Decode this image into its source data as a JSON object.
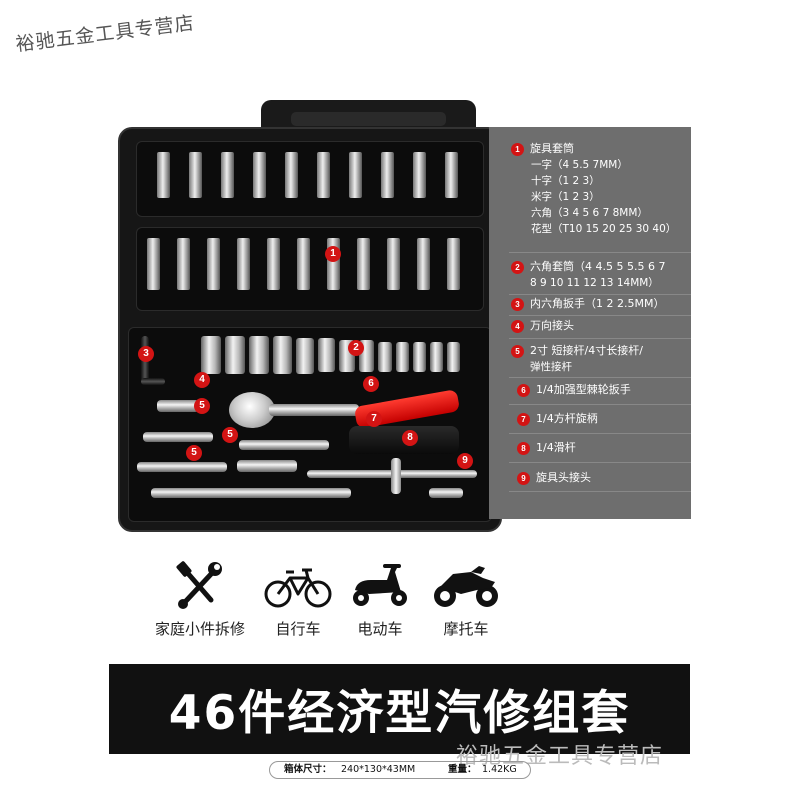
{
  "watermark": {
    "shop": "裕驰五金工具专营店"
  },
  "markers": [
    "1",
    "2",
    "3",
    "4",
    "5",
    "5",
    "5",
    "6",
    "7",
    "8",
    "9"
  ],
  "legend": {
    "items": [
      {
        "num": "1",
        "title": "旋具套筒",
        "subs": [
          "一字（4 5.5 7MM）",
          "十字（1 2 3）",
          "米字（1 2 3）",
          "六角（3 4 5 6 7 8MM）",
          "花型（T10 15 20 25 30 40）"
        ]
      },
      {
        "num": "2",
        "title": "六角套筒（4 4.5 5 5.5 6 7",
        "subs": [
          "8 9 10 11 12 13 14MM）"
        ]
      },
      {
        "num": "3",
        "title": "内六角扳手（1 2 2.5MM）",
        "subs": []
      },
      {
        "num": "4",
        "title": "万向接头",
        "subs": []
      },
      {
        "num": "5",
        "title": "2寸 短接杆/4寸长接杆/",
        "subs": [
          "弹性接杆"
        ]
      },
      {
        "num": "6",
        "title": "1/4加强型棘轮扳手",
        "subs": []
      },
      {
        "num": "7",
        "title": "1/4方杆旋柄",
        "subs": []
      },
      {
        "num": "8",
        "title": "1/4滑杆",
        "subs": []
      },
      {
        "num": "9",
        "title": "旋具头接头",
        "subs": []
      }
    ]
  },
  "uses": [
    {
      "label": "家庭小件拆修",
      "icon": "wrench-screwdriver-icon"
    },
    {
      "label": "自行车",
      "icon": "bicycle-icon"
    },
    {
      "label": "电动车",
      "icon": "scooter-icon"
    },
    {
      "label": "摩托车",
      "icon": "motorcycle-icon"
    }
  ],
  "banner": {
    "title": "46件经济型汽修组套"
  },
  "specs": {
    "size_label": "箱体尺寸：",
    "size_value": "240*130*43MM",
    "weight_label": "重量：",
    "weight_value": "1.42KG"
  },
  "colors": {
    "marker": "#d31414",
    "legend_bg": "#6e6e6e",
    "banner_bg": "#111111",
    "grip": "#e02020"
  }
}
